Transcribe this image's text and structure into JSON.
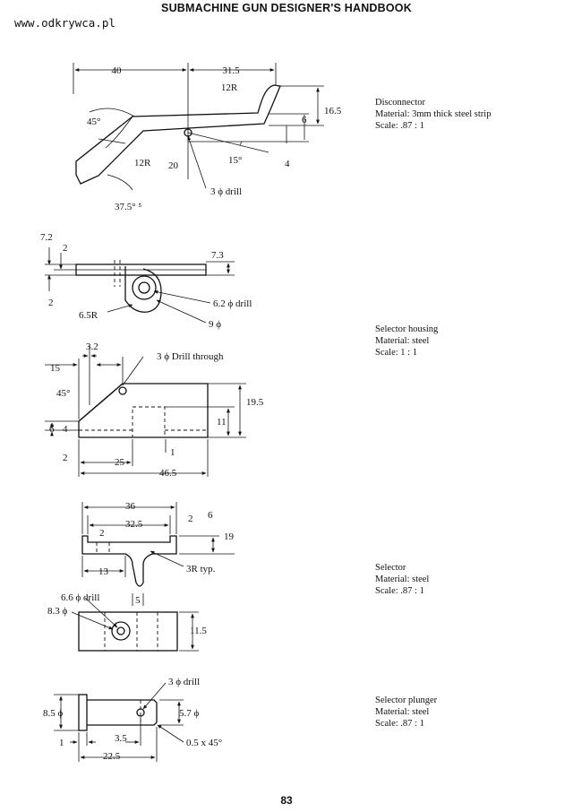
{
  "header": {
    "title": "SUBMACHINE GUN DESIGNER'S HANDBOOK",
    "watermark": "www.odkrywca.pl"
  },
  "page_number": "83",
  "parts": [
    {
      "name": "Disconnector",
      "material": "Material: 3mm thick steel strip",
      "scale": "Scale: .87 : 1",
      "dims": {
        "d40": "40",
        "d31_5": "31.5",
        "r12_top": "12R",
        "d16_5": "16.5",
        "d6": "6",
        "a45": "45°",
        "r12_low": "12R",
        "d20": "20",
        "a15": "15°",
        "d4": "4",
        "drill": "3 ϕ drill",
        "a37_5": "37.5° ⁵"
      }
    },
    {
      "name": "Selector housing",
      "material": "Material: steel",
      "scale": "Scale: 1 : 1",
      "dims": {
        "d7_2": "7.2",
        "d2a": "2",
        "d2b": "2",
        "d7_3": "7.3",
        "r6_5": "6.5R",
        "drill6_2": "6.2 ϕ drill",
        "d9": "9 ϕ",
        "d3_2": "3.2",
        "d15": "15",
        "drill3": "3 ϕ Drill through",
        "a45": "45°",
        "d19_5": "19.5",
        "d11": "11",
        "d6": "6",
        "d4": "4",
        "d2c": "2",
        "d25": "25",
        "d1": "1",
        "d46_5": "46.5"
      }
    },
    {
      "name": "Selector",
      "material": "Material: steel",
      "scale": "Scale: .87 : 1",
      "dims": {
        "d36": "36",
        "d32_5": "32.5",
        "d2a": "2",
        "d6": "6",
        "d2b": "2",
        "d19": "19",
        "d13": "13",
        "r3": "3R typ.",
        "d5": "5",
        "drill6_6": "6.6 ϕ drill",
        "d8_3": "8.3 ϕ",
        "d11_5": "11.5"
      }
    },
    {
      "name": "Selector plunger",
      "material": "Material: steel",
      "scale": "Scale: .87 : 1",
      "dims": {
        "drill3": "3 ϕ drill",
        "d8_5": "8.5 ϕ",
        "d5_7": "5.7 ϕ",
        "d1": "1",
        "d3_5": "3.5",
        "chamfer": "0.5 x 45°",
        "d22_5": "22.5"
      }
    }
  ]
}
